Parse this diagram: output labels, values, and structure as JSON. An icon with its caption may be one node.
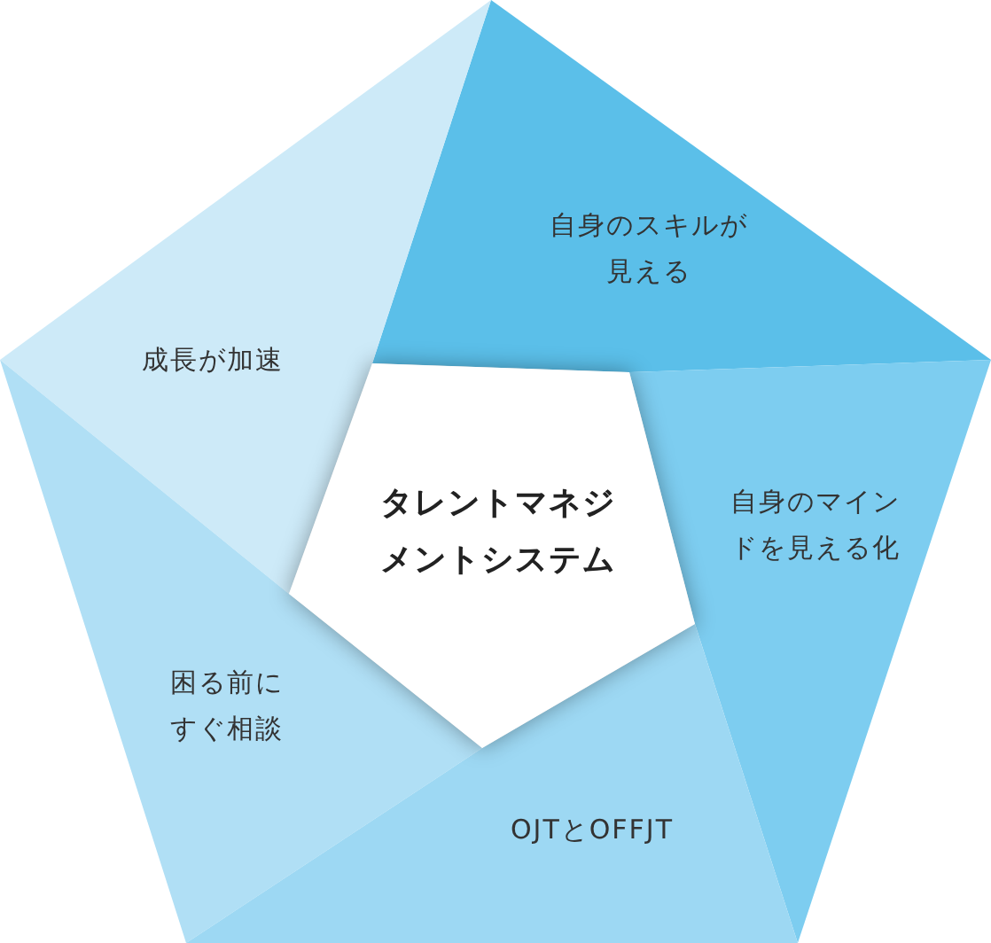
{
  "diagram": {
    "nodes": [
      {
        "text": [
          "自身のスキルが見える"
        ]
      },
      {
        "text": [
          "成長が加速"
        ]
      },
      {
        "text": [
          "タレントマネジメントシステム"
        ]
      },
      {
        "text": [
          "自身のマインドを見える化"
        ]
      },
      {
        "text": [
          "困る前にすぐ相談"
        ]
      },
      {
        "text": [
          "OJTとOFFJT"
        ]
      }
    ]
  }
}
